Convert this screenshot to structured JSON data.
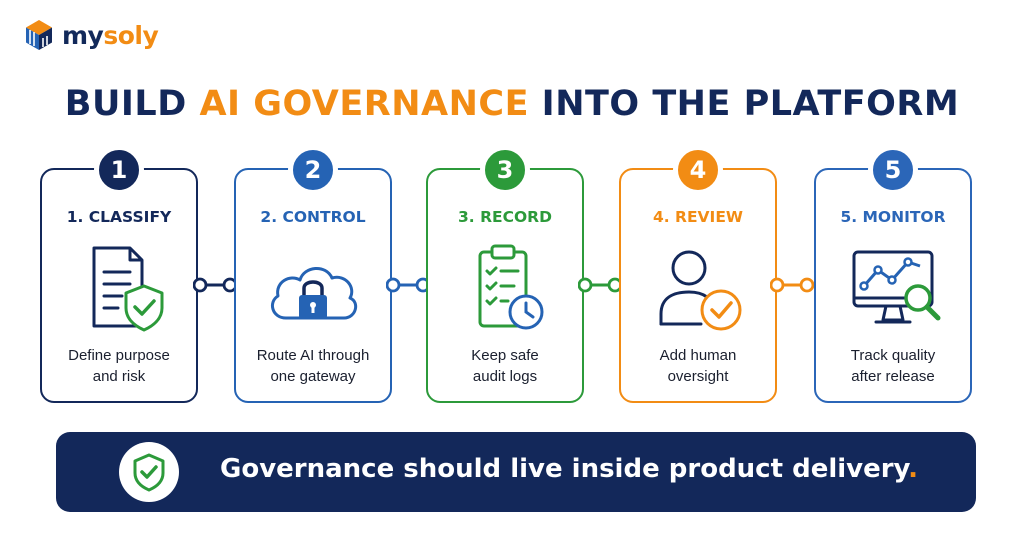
{
  "brand": {
    "name_part1": "my",
    "name_part2": "soly",
    "icon": "hexagon-cube-logo-icon"
  },
  "title": {
    "part1": "BUILD ",
    "accent": "AI GOVERNANCE",
    "part2": " INTO THE PLATFORM"
  },
  "colors": {
    "navy": "#13285a",
    "blue": "#2563b4",
    "green": "#2c9a3a",
    "orange": "#f28c14",
    "medium_blue": "#2b66b8"
  },
  "steps": [
    {
      "number": "1",
      "title": "1. CLASSIFY",
      "desc_line1": "Define purpose",
      "desc_line2": "and risk",
      "icon": "document-shield-icon",
      "color": "#13285a"
    },
    {
      "number": "2",
      "title": "2. CONTROL",
      "desc_line1": "Route AI through",
      "desc_line2": "one gateway",
      "icon": "cloud-lock-icon",
      "color": "#2563b4"
    },
    {
      "number": "3",
      "title": "3. RECORD",
      "desc_line1": "Keep safe",
      "desc_line2": "audit logs",
      "icon": "clipboard-clock-icon",
      "color": "#2c9a3a"
    },
    {
      "number": "4",
      "title": "4. REVIEW",
      "desc_line1": "Add human",
      "desc_line2": "oversight",
      "icon": "person-check-icon",
      "color": "#f28c14"
    },
    {
      "number": "5",
      "title": "5. MONITOR",
      "desc_line1": "Track quality",
      "desc_line2": "after release",
      "icon": "monitor-chart-magnifier-icon",
      "color": "#2b66b8"
    }
  ],
  "banner": {
    "text": "Governance should live inside product delivery",
    "dot": ".",
    "icon": "shield-check-icon"
  }
}
